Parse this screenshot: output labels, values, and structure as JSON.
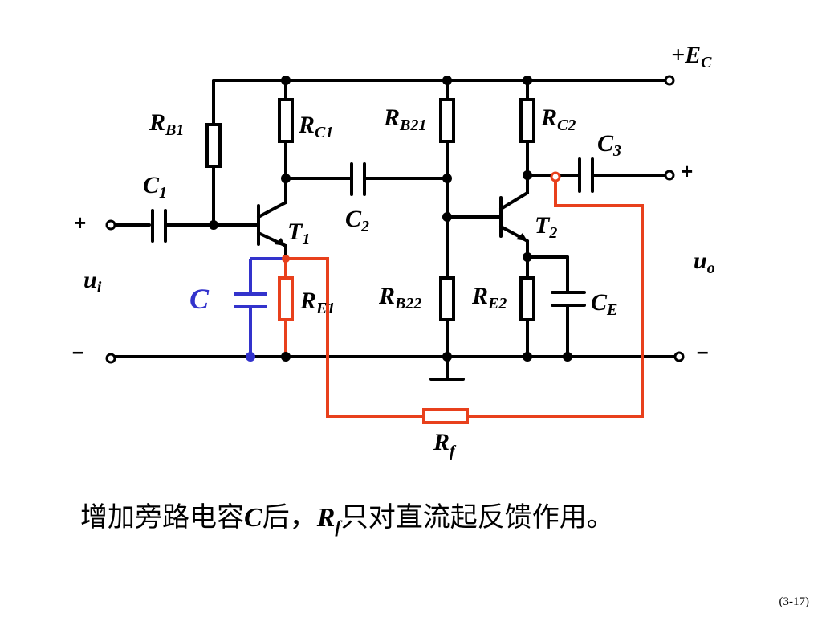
{
  "labels": {
    "supply": {
      "main": "+E",
      "sub": "C"
    },
    "rb1": {
      "main": "R",
      "sub": "B1"
    },
    "rc1": {
      "main": "R",
      "sub": "C1"
    },
    "rb21": {
      "main": "R",
      "sub": "B21"
    },
    "rc2": {
      "main": "R",
      "sub": "C2"
    },
    "c1": {
      "main": "C",
      "sub": "1"
    },
    "c2": {
      "main": "C",
      "sub": "2"
    },
    "c3": {
      "main": "C",
      "sub": "3"
    },
    "t1": {
      "main": "T",
      "sub": "1"
    },
    "t2": {
      "main": "T",
      "sub": "2"
    },
    "c_bypass": {
      "main": "C"
    },
    "re1": {
      "main": "R",
      "sub": "E1"
    },
    "rb22": {
      "main": "R",
      "sub": "B22"
    },
    "re2": {
      "main": "R",
      "sub": "E2"
    },
    "ce": {
      "main": "C",
      "sub": "E"
    },
    "rf": {
      "main": "R",
      "sub": "f"
    },
    "ui": {
      "main": "u",
      "sub": "i"
    },
    "uo": {
      "main": "u",
      "sub": "o"
    },
    "in_plus": "+",
    "in_minus": "–",
    "out_plus": "+",
    "out_minus": "–"
  },
  "caption": {
    "part1": "增加旁路电容",
    "c": "C",
    "part2": "后，",
    "rf_main": "R",
    "rf_sub": "f",
    "part3": "只对直流起反馈作用。"
  },
  "page_number": "(3-17)",
  "colors": {
    "wire": "#000000",
    "bypass": "#3333cc",
    "feedback": "#e8401c"
  }
}
